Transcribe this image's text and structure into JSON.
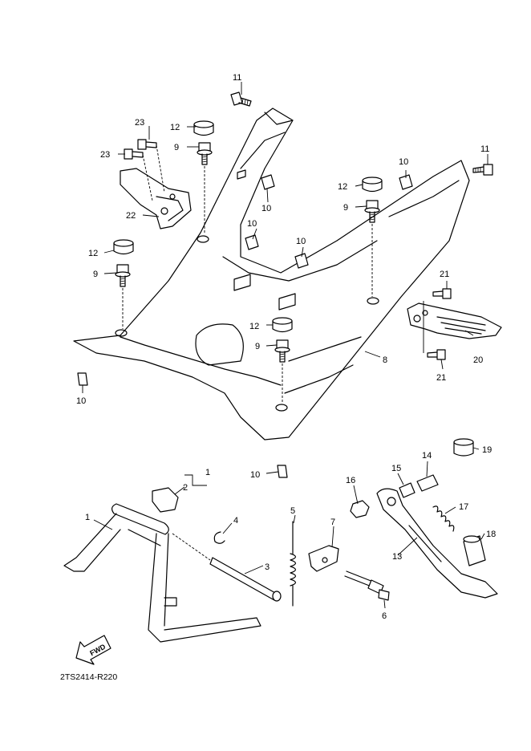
{
  "diagram_code": "2TS2414-R220",
  "fwd_label": "FWD",
  "callouts": {
    "c1a": "1",
    "c1b": "1",
    "c2": "2",
    "c3": "3",
    "c4": "4",
    "c5": "5",
    "c6": "6",
    "c7": "7",
    "c8": "8",
    "c9a": "9",
    "c9b": "9",
    "c9c": "9",
    "c9d": "9",
    "c10a": "10",
    "c10b": "10",
    "c10c": "10",
    "c10d": "10",
    "c10e": "10",
    "c10f": "10",
    "c11a": "11",
    "c11b": "11",
    "c12a": "12",
    "c12b": "12",
    "c12c": "12",
    "c12d": "12",
    "c13": "13",
    "c14": "14",
    "c15": "15",
    "c16": "16",
    "c17": "17",
    "c18": "18",
    "c19": "19",
    "c20": "20",
    "c21a": "21",
    "c21b": "21",
    "c22": "22",
    "c23a": "23",
    "c23b": "23"
  }
}
